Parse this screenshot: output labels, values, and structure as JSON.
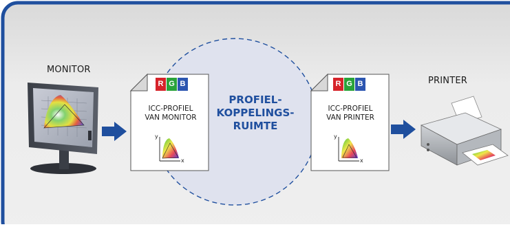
{
  "labels": {
    "monitor": "MONITOR",
    "printer": "PRINTER"
  },
  "center": {
    "lines": [
      "PROFIEL-",
      "KOPPELINGS-",
      "RUIMTE"
    ]
  },
  "profile_monitor": {
    "rgb": [
      "R",
      "G",
      "B"
    ],
    "lines": [
      "ICC-PROFIEL",
      "VAN MONITOR"
    ],
    "axis_y": "y",
    "axis_x": "x"
  },
  "profile_printer": {
    "rgb": [
      "R",
      "G",
      "B"
    ],
    "lines": [
      "ICC-PROFIEL",
      "VAN PRINTER"
    ],
    "axis_y": "y",
    "axis_x": "x"
  },
  "colors": {
    "frame": "#1f4f9e",
    "panel": "#e5e5e5",
    "circle": "#dfe2ee",
    "arrow": "#1f4f9e",
    "text_accent": "#1f4f9e",
    "r": "#d6232a",
    "g": "#2aa33a",
    "b": "#2c56b0"
  },
  "icons": [
    "monitor-icon",
    "printer-icon",
    "arrow-right-icon",
    "document-icon",
    "gamut-chart-icon"
  ]
}
